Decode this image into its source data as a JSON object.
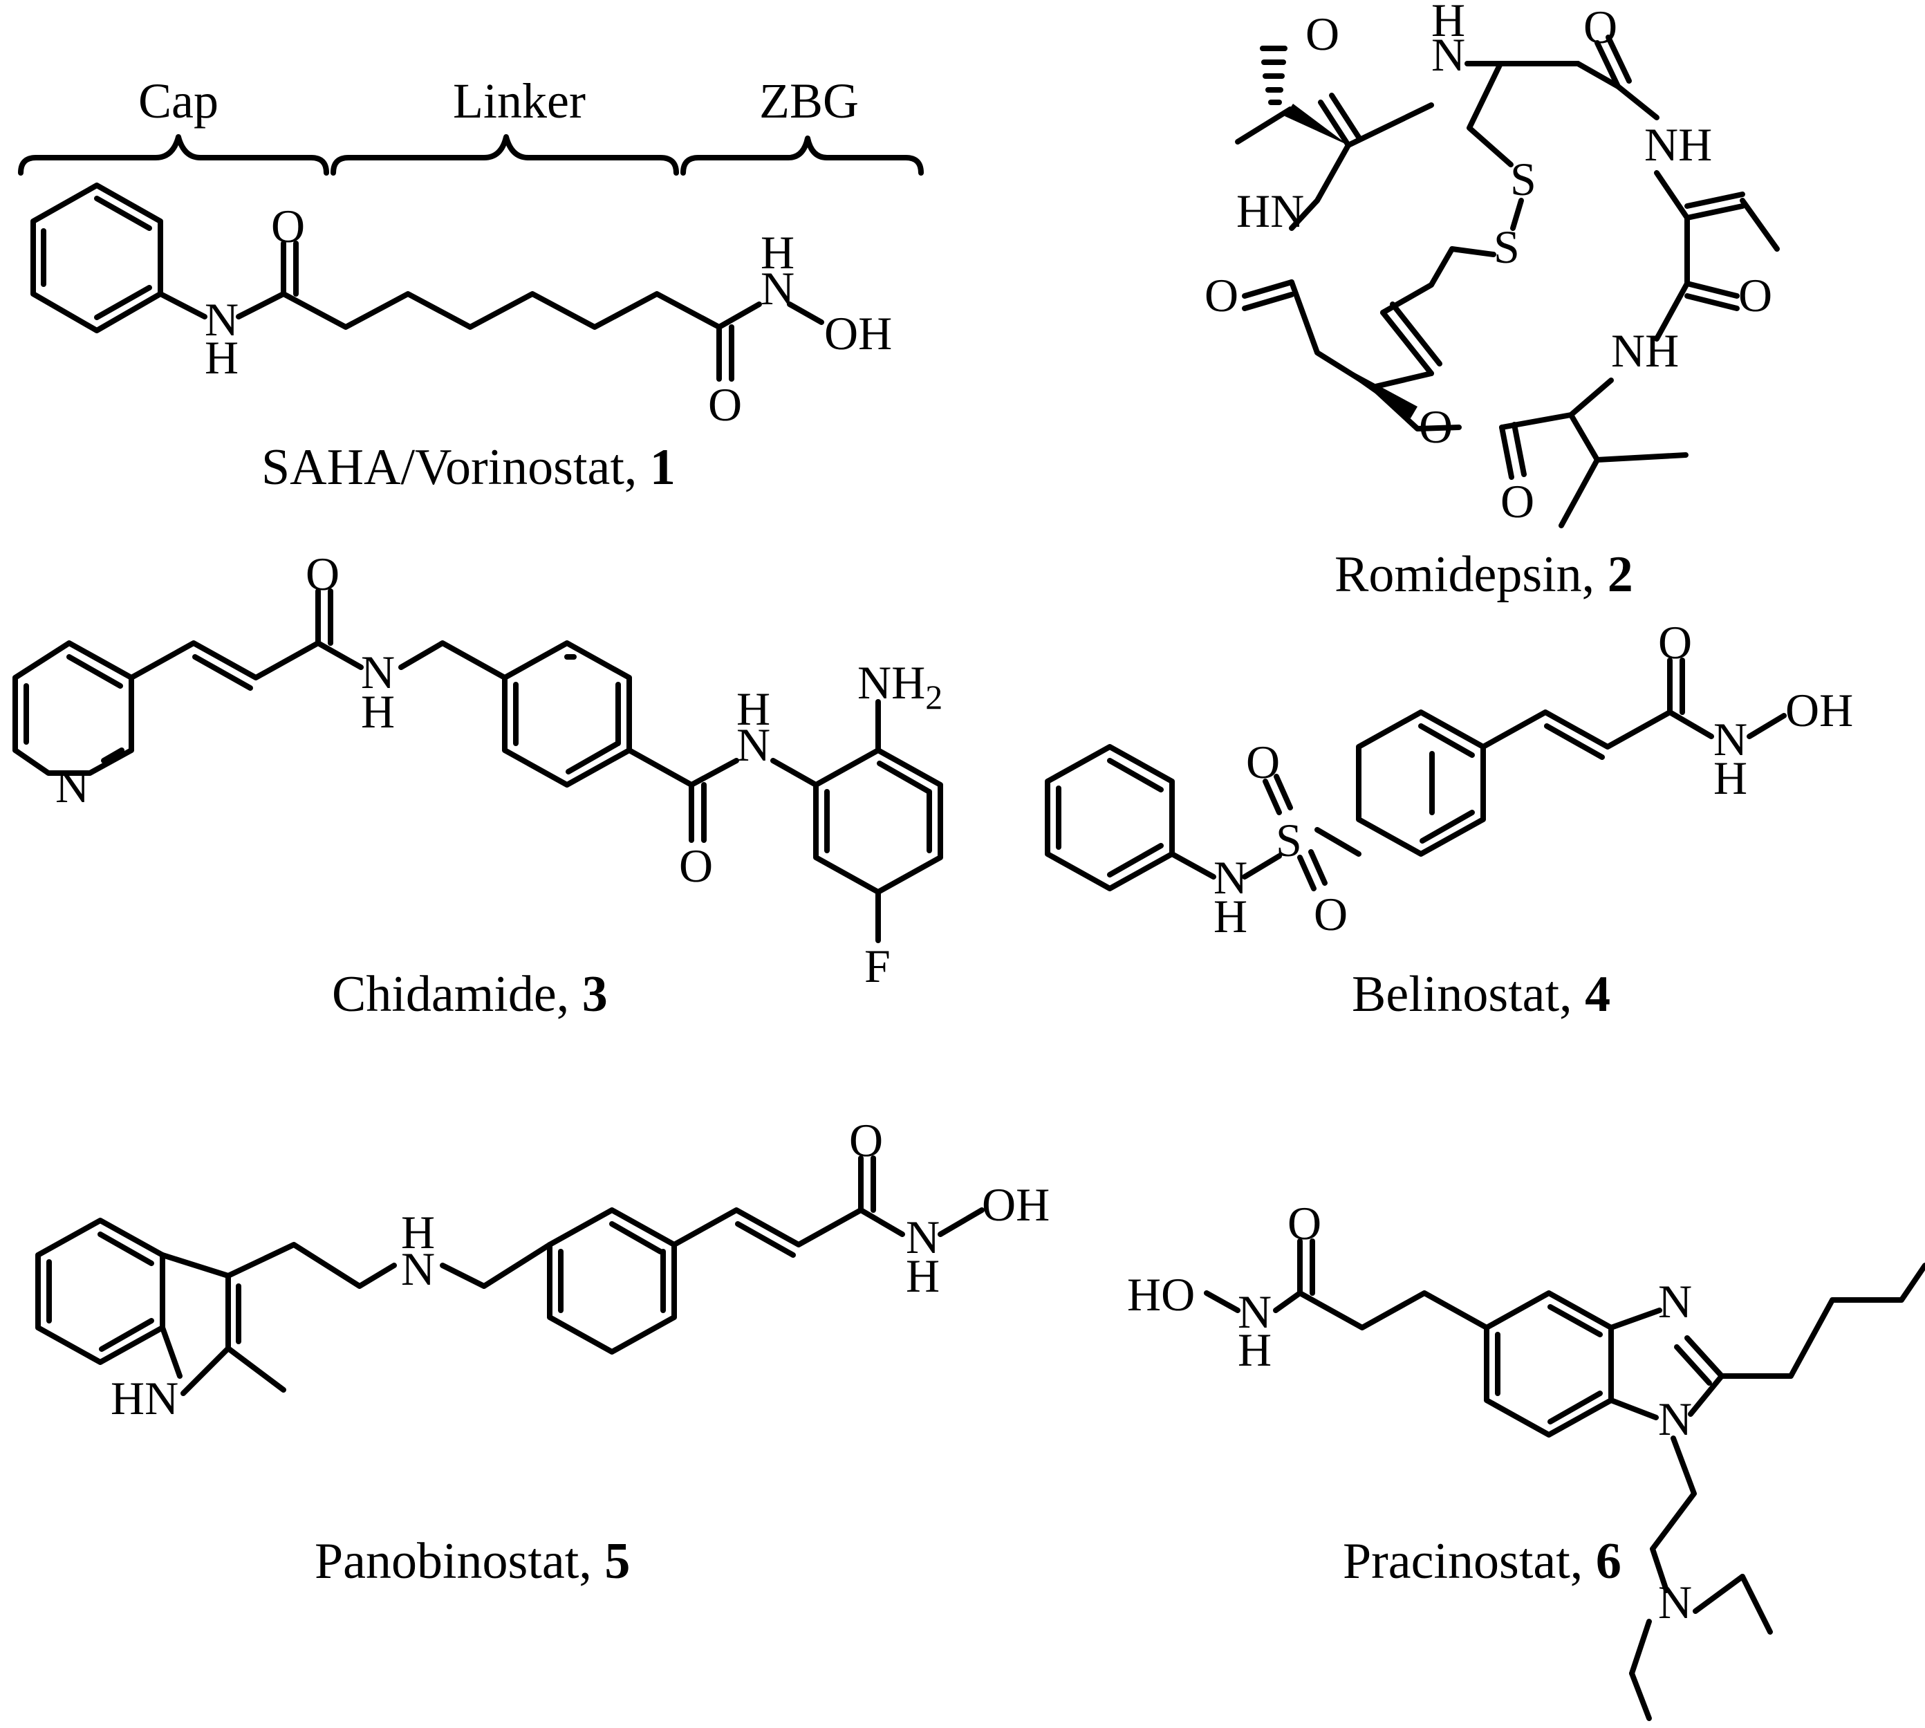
{
  "regions": {
    "cap": "Cap",
    "linker": "Linker",
    "zbg": "ZBG"
  },
  "atoms": {
    "O": "O",
    "N": "N",
    "H": "H",
    "NH": "NH",
    "HN": "HN",
    "OH": "OH",
    "HO": "HO",
    "S": "S",
    "F": "F",
    "NH2_base": "NH",
    "NH2_sub": "2"
  },
  "compounds": [
    {
      "name": "SAHA/Vorinostat, ",
      "number": "1"
    },
    {
      "name": "Romidepsin, ",
      "number": "2"
    },
    {
      "name": "Chidamide, ",
      "number": "3"
    },
    {
      "name": "Belinostat, ",
      "number": "4"
    },
    {
      "name": "Panobinostat, ",
      "number": "5"
    },
    {
      "name": "Pracinostat, ",
      "number": "6"
    }
  ]
}
